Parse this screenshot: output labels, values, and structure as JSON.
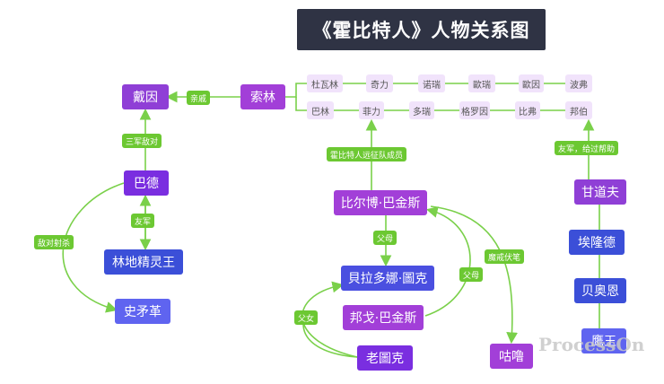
{
  "title": "《霍比特人》人物关系图",
  "nodes": {
    "daiyin": "戴因",
    "suolin": "索林",
    "bade": "巴德",
    "forest_king": "林地精灵王",
    "shimaoge": "史矛革",
    "bilbo": "比尔博·巴金斯",
    "belladonna": "貝拉多娜·圖克",
    "bungo": "邦戈·巴金斯",
    "old_took": "老圖克",
    "gollum": "咕噜",
    "gandalf": "甘道夫",
    "beorn_ally": "埃隆德",
    "beorn": "贝奥恩",
    "eagle_king": "鹰王"
  },
  "dwarves_row1": [
    "杜瓦林",
    "奇力",
    "诺瑞",
    "歐瑞",
    "歐因",
    "波弗"
  ],
  "dwarves_row2": [
    "巴林",
    "菲力",
    "多瑞",
    "格罗因",
    "比弗",
    "邦伯"
  ],
  "labels": {
    "kin": "亲戚",
    "three_armies": "三军敌对",
    "friend_army": "友军",
    "enemy_kill": "敌对射杀",
    "expedition": "霍比特人远征队成员",
    "parents1": "父母",
    "parents2": "父母",
    "father_daughter": "父女",
    "magic_ring": "魔戒伏笔",
    "friend_help": "友军，给过帮助"
  },
  "watermark": "ProcessOn",
  "colors": {
    "line": "#7ad04a",
    "title_bg": "#2f3344",
    "label_bg": "#6cc832",
    "pill_bg": "#f1e3fb"
  }
}
